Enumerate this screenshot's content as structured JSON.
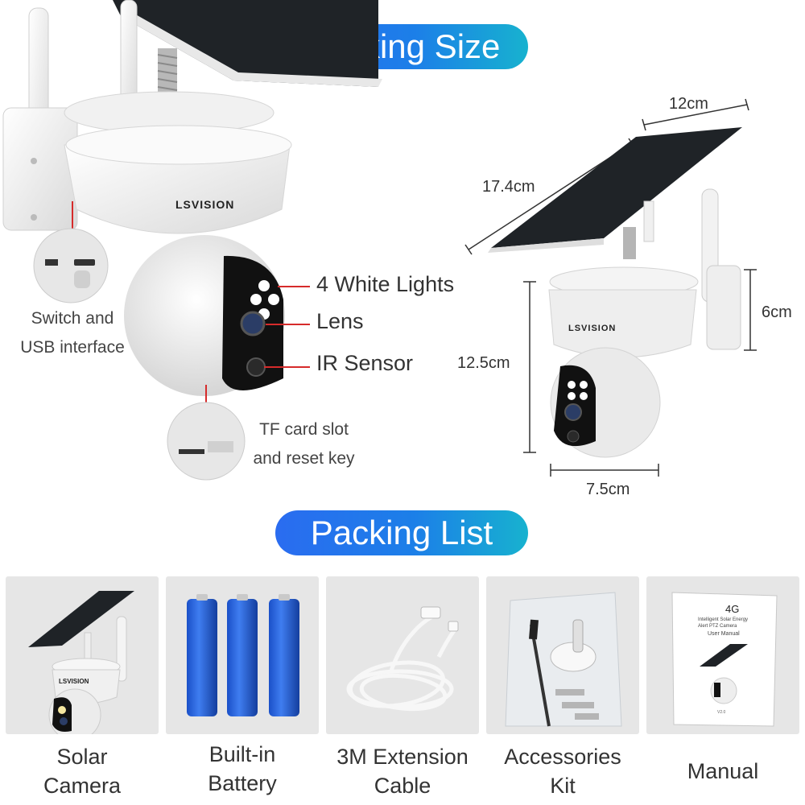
{
  "headings": {
    "packing_size": "Packing Size",
    "packing_list": "Packing List"
  },
  "brand": "LSVISION",
  "callouts": {
    "white_lights": "4 White Lights",
    "lens": "Lens",
    "ir_sensor": "IR Sensor",
    "switch_usb": [
      "Switch and",
      "USB interface"
    ],
    "tf_slot": [
      "TF card slot",
      "and reset key"
    ]
  },
  "dimensions": {
    "panel_width": "12cm",
    "panel_length": "17.4cm",
    "camera_height": "12.5cm",
    "mount_height": "6cm",
    "camera_width": "7.5cm"
  },
  "packing_list": [
    {
      "lines": [
        "Solar",
        "Camera"
      ]
    },
    {
      "lines": [
        "Built-in",
        "Battery"
      ]
    },
    {
      "lines": [
        "3M Extension",
        "Cable"
      ]
    },
    {
      "lines": [
        "Accessories",
        "Kit"
      ]
    },
    {
      "lines": [
        "Manual"
      ]
    }
  ],
  "manual_cover": {
    "title": "4G",
    "subtitle": [
      "Intelligent Solar Energy",
      "Alert PTZ Camera"
    ],
    "label": "User Manual",
    "footer": "V2.0"
  }
}
